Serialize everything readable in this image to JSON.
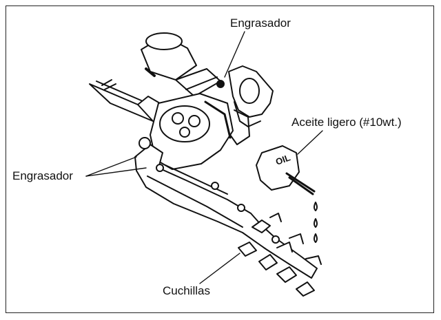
{
  "labels": {
    "grease_top": "Engrasador",
    "grease_left": "Engrasador",
    "oil": "Aceite ligero (#10wt.)",
    "oil_can_text": "OIL",
    "blades": "Cuchillas"
  },
  "colors": {
    "ink": "#111111",
    "background": "#ffffff"
  }
}
